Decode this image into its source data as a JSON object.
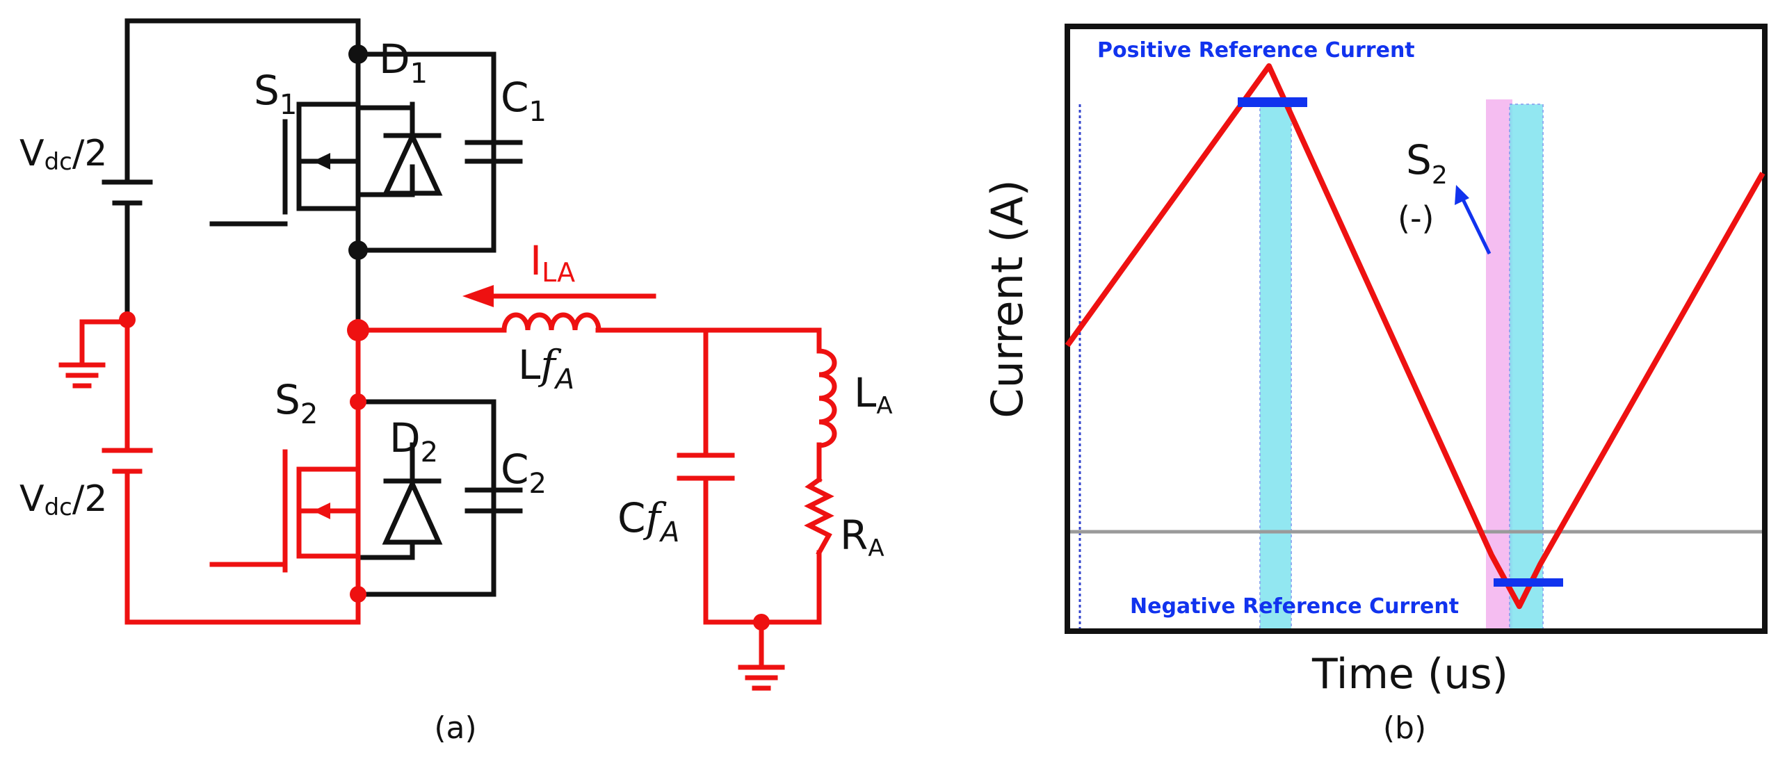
{
  "colors": {
    "black_wire": "#111111",
    "red_wire": "#ee1111",
    "blue_marker": "#1133ee",
    "cyan_band": "#7fe3ef",
    "pink_band": "#f4b6f0",
    "gray_zero": "#9a9a9a"
  },
  "circuit": {
    "vdc_top": {
      "main": "V",
      "sub": "dc",
      "tail": "/2"
    },
    "vdc_bottom": {
      "main": "V",
      "sub": "dc",
      "tail": "/2"
    },
    "s1": {
      "main": "S",
      "sub": "1"
    },
    "d1": {
      "main": "D",
      "sub": "1"
    },
    "c1": {
      "main": "C",
      "sub": "1"
    },
    "s2": {
      "main": "S",
      "sub": "2"
    },
    "d2": {
      "main": "D",
      "sub": "2"
    },
    "c2": {
      "main": "C",
      "sub": "2"
    },
    "ila": {
      "main": "I",
      "sub": "LA"
    },
    "lfa": {
      "main": "L",
      "italic": "f",
      "sub": "A"
    },
    "cfa": {
      "main": "C",
      "italic": "f",
      "sub": "A"
    },
    "la": {
      "main": "L",
      "sub": "A"
    },
    "ra": {
      "main": "R",
      "sub": "A"
    },
    "caption": "(a)"
  },
  "waveform": {
    "title_positive": "Positive Reference Current",
    "title_negative": "Negative Reference Current",
    "ylabel": "Current (A)",
    "xlabel": "Time (us)",
    "s2_label": {
      "main": "S",
      "sub": "2"
    },
    "s2_sign": "(-)",
    "caption": "(b)"
  },
  "chart_data": {
    "type": "line",
    "title": "",
    "xlabel": "Time (us)",
    "ylabel": "Current (A)",
    "series": [
      {
        "points": [
          [
            0,
            0.4
          ],
          [
            0.29,
            1.0
          ],
          [
            0.61,
            -0.05
          ],
          [
            0.65,
            -0.16
          ],
          [
            0.68,
            -0.07
          ],
          [
            1.0,
            0.77
          ]
        ]
      }
    ],
    "annotations": [
      "Positive Reference Current",
      "Negative Reference Current",
      "S2 (-)"
    ]
  }
}
